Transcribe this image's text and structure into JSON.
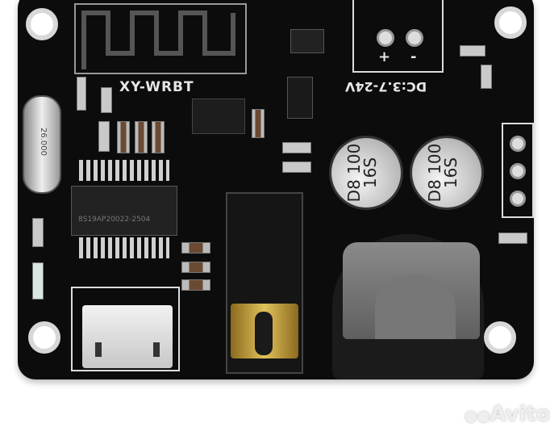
{
  "board": {
    "model_label": "XY-WRBT",
    "power_label": "DC:3.7-24V",
    "plus_label": "+",
    "minus_label": "-",
    "chip_marking": "8S19AP20022-2504",
    "crystal_marking": "26.000",
    "capacitors": [
      {
        "marking": "D8 100 16S"
      },
      {
        "marking": "D8 100 16S"
      }
    ]
  },
  "watermark": {
    "text": "Avito"
  },
  "colors": {
    "pcb": "#0c0c0d",
    "gold": "#c9a23a",
    "silk": "#e6e6e6"
  }
}
